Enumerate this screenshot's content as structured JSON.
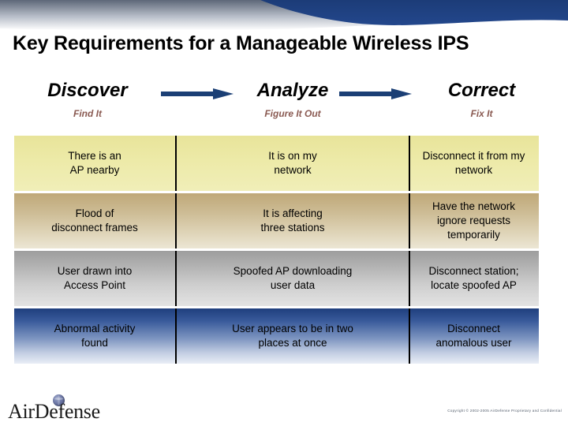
{
  "slide": {
    "title": "Key Requirements for a Manageable Wireless IPS"
  },
  "theme": {
    "header_blue": "#1f3f7d",
    "arrow_blue": "#1b3f75",
    "subtitle_brown": "#8a5a52",
    "row_yellow": "#edeaa8",
    "row_tan": "#cdbc95",
    "row_gray": "#b4b4b4",
    "row_blue": "#38599a"
  },
  "process": {
    "stages": [
      {
        "title": "Discover",
        "subtitle": "Find It"
      },
      {
        "title": "Analyze",
        "subtitle": "Figure It Out"
      },
      {
        "title": "Correct",
        "subtitle": "Fix It"
      }
    ],
    "arrows": [
      {
        "name": "arrow-discover-to-analyze"
      },
      {
        "name": "arrow-analyze-to-correct"
      }
    ]
  },
  "table": {
    "rows": [
      {
        "style": "row-yellow",
        "discover": "There is an\nAP nearby",
        "analyze": "It is on my\nnetwork",
        "correct": "Disconnect it from my\nnetwork"
      },
      {
        "style": "row-tan",
        "discover": "Flood of\ndisconnect frames",
        "analyze": "It is affecting\nthree stations",
        "correct": "Have the network\nignore requests\ntemporarily"
      },
      {
        "style": "row-gray",
        "discover": "User drawn into\nAccess Point",
        "analyze": "Spoofed AP downloading\nuser data",
        "correct": "Disconnect station;\nlocate spoofed AP"
      },
      {
        "style": "row-blue",
        "discover": "Abnormal activity\nfound",
        "analyze": "User appears to be in two\nplaces at once",
        "correct": "Disconnect\nanomalous user"
      }
    ]
  },
  "footer": {
    "logo_text": "AirDefense",
    "copyright": "Copyright © 2002-2005 AirDefense Proprietary and Confidential"
  }
}
